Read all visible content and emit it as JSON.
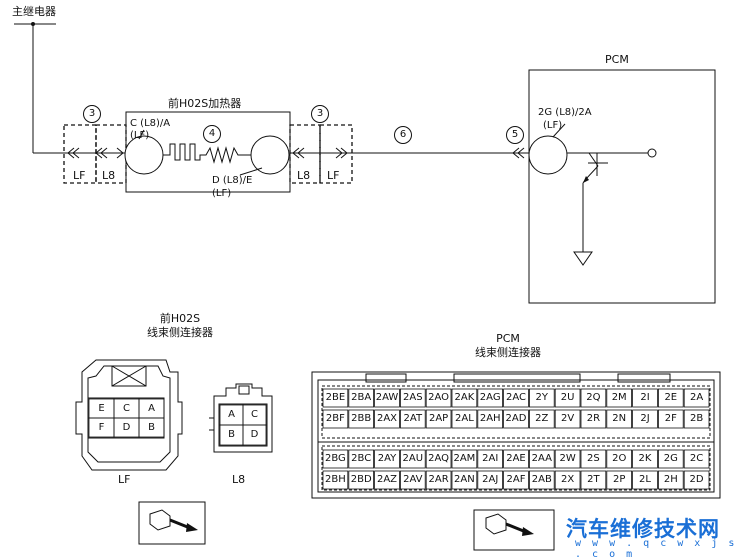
{
  "labels": {
    "main_relay": "主继电器",
    "heater_title": "前H02S加热器",
    "pcm_title": "PCM",
    "heater_pin_c": "C (L8)/A",
    "heater_pin_c_sub": "(LF)",
    "heater_pin_d": "D (L8)/E",
    "heater_pin_d_sub": "(LF)",
    "pcm_pin": "2G (L8)/2A",
    "pcm_pin_sub": "(LF)",
    "lf_left": "LF",
    "l8_left": "L8",
    "l8_right": "L8",
    "lf_right": "LF",
    "num_3a": "3",
    "num_3b": "3",
    "num_4": "4",
    "num_5": "5",
    "num_6": "6",
    "h02s_conn_title1": "前H02S",
    "h02s_conn_title2": "线束侧连接器",
    "pcm_conn_title1": "PCM",
    "pcm_conn_title2": "线束侧连接器",
    "lf_caption": "LF",
    "l8_caption": "L8"
  },
  "watermark": {
    "title": "汽车维修技术网",
    "url": "w w w . q c w x j s . c o m"
  },
  "lf_connector": {
    "rows": [
      [
        "E",
        "C",
        "A"
      ],
      [
        "F",
        "D",
        "B"
      ]
    ]
  },
  "l8_connector": {
    "rows": [
      [
        "A",
        "C"
      ],
      [
        "B",
        "D"
      ]
    ]
  },
  "pcm_connector": {
    "upper_rows": [
      [
        "2BE",
        "2BA",
        "2AW",
        "2AS",
        "2AO",
        "2AK",
        "2AG",
        "2AC",
        "2Y",
        "2U",
        "2Q",
        "2M",
        "2I",
        "2E",
        "2A"
      ],
      [
        "2BF",
        "2BB",
        "2AX",
        "2AT",
        "2AP",
        "2AL",
        "2AH",
        "2AD",
        "2Z",
        "2V",
        "2R",
        "2N",
        "2J",
        "2F",
        "2B"
      ]
    ],
    "lower_rows": [
      [
        "2BG",
        "2BC",
        "2AY",
        "2AU",
        "2AQ",
        "2AM",
        "2AI",
        "2AE",
        "2AA",
        "2W",
        "2S",
        "2O",
        "2K",
        "2G",
        "2C"
      ],
      [
        "2BH",
        "2BD",
        "2AZ",
        "2AV",
        "2AR",
        "2AN",
        "2AJ",
        "2AF",
        "2AB",
        "2X",
        "2T",
        "2P",
        "2L",
        "2H",
        "2D"
      ]
    ]
  },
  "colors": {
    "line": "#111111",
    "watermark": "#1a6fd6"
  },
  "icons": [
    "harness-plug-icon",
    "harness-plug-icon",
    "heater-coil-icon",
    "transistor-icon",
    "ground-icon"
  ]
}
